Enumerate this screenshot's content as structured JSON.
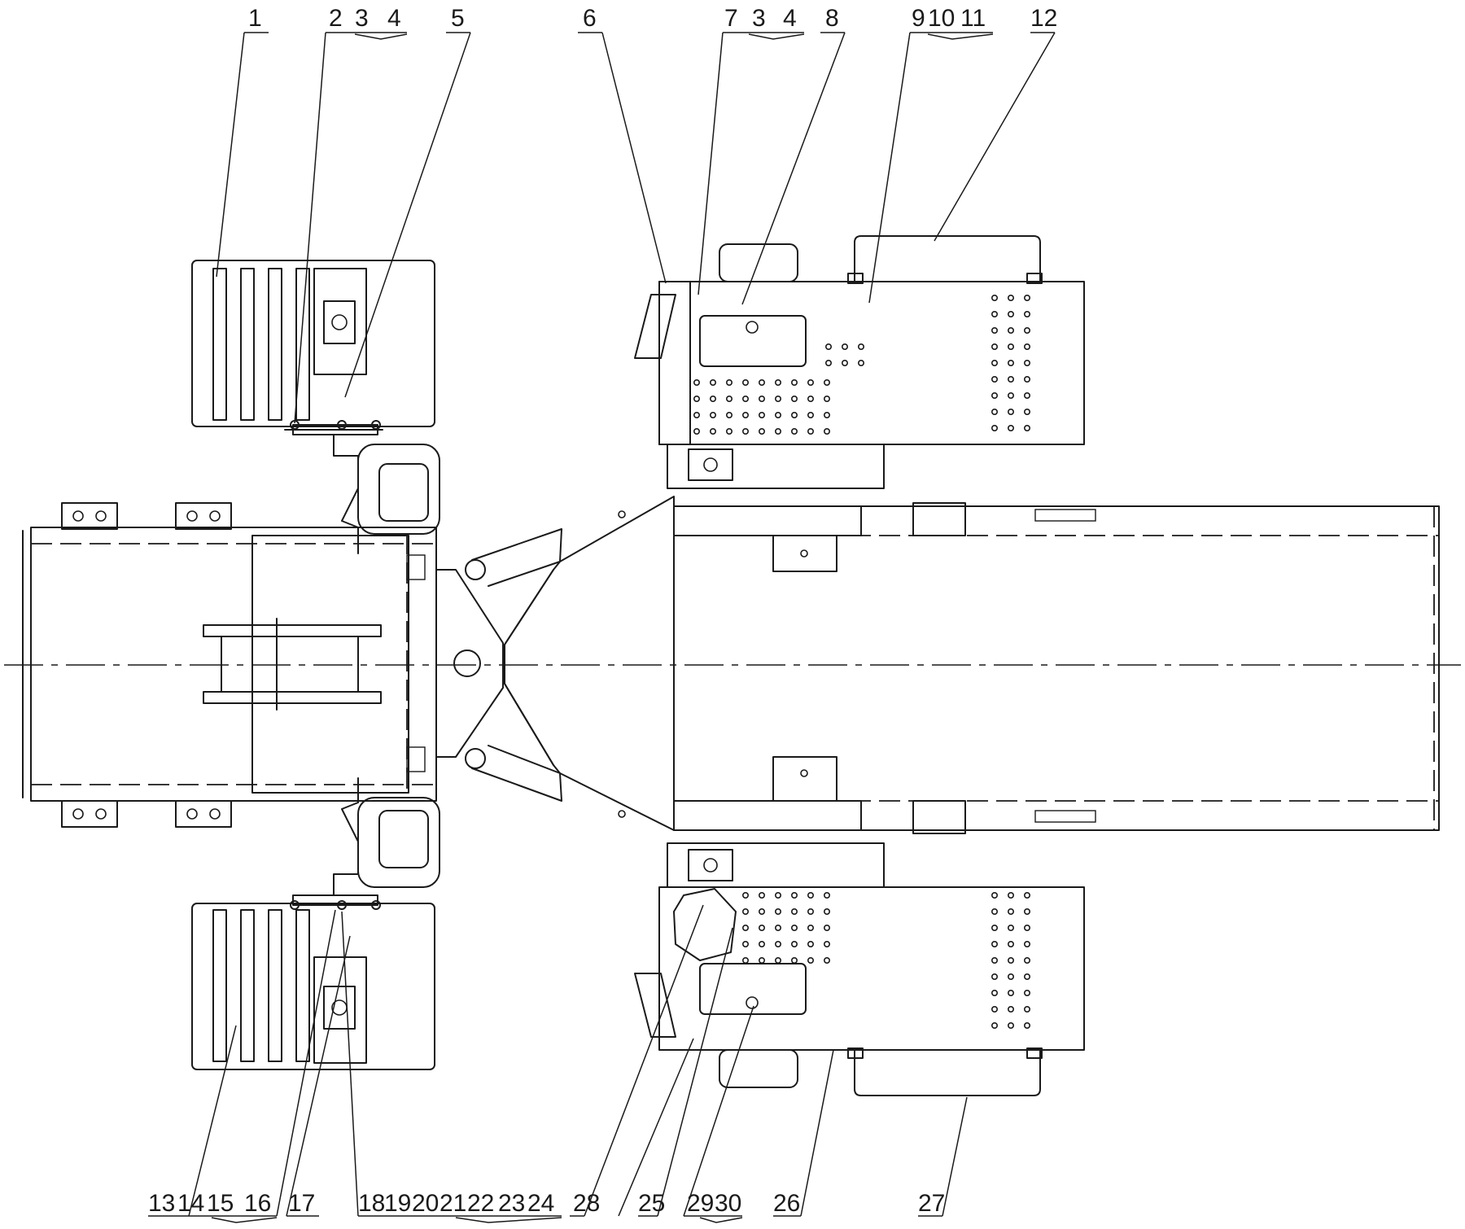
{
  "drawing": {
    "top_labels": [
      "1",
      "2",
      "3",
      "4",
      "5",
      "6",
      "7",
      "3",
      "4",
      "8",
      "9",
      "10",
      "11",
      "12"
    ],
    "bottom_labels": [
      "13",
      "14",
      "15",
      "16",
      "17",
      "18",
      "19",
      "20",
      "21",
      "22",
      "23",
      "24",
      "28",
      "25",
      "29",
      "30",
      "26",
      "27"
    ]
  }
}
